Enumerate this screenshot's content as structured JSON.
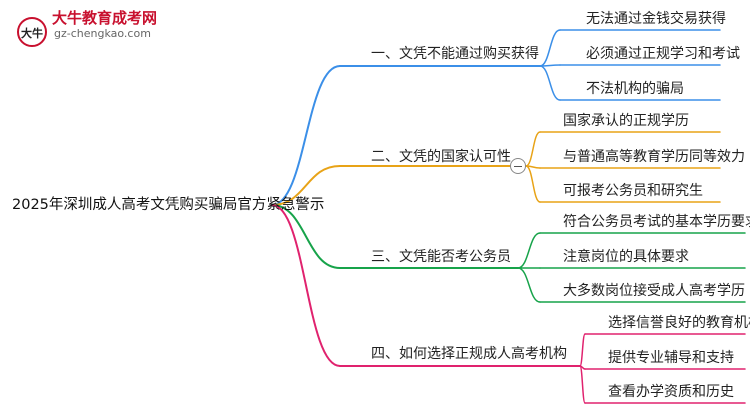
{
  "brand": {
    "name": "大牛教育成考网",
    "url": "gz-chengkao.com",
    "logo_text": "大牛"
  },
  "mindmap": {
    "root": "2025年深圳成人高考文凭购买骗局官方紧急警示",
    "branches": [
      {
        "label": "一、文凭不能通过购买获得",
        "color": "#3b8fe8",
        "children": [
          "无法通过金钱交易获得",
          "必须通过正规学习和考试",
          "不法机构的骗局"
        ]
      },
      {
        "label": "二、文凭的国家认可性",
        "color": "#e8a317",
        "collapsible": true,
        "children": [
          "国家承认的正规学历",
          "与普通高等教育学历同等效力",
          "可报考公务员和研究生"
        ]
      },
      {
        "label": "三、文凭能否考公务员",
        "color": "#17a34a",
        "children": [
          "符合公务员考试的基本学历要求",
          "注意岗位的具体要求",
          "大多数岗位接受成人高考学历"
        ]
      },
      {
        "label": "四、如何选择正规成人高考机构",
        "color": "#e0226e",
        "children": [
          "选择信誉良好的教育机构",
          "提供专业辅导和支持",
          "查看办学资质和历史"
        ]
      }
    ]
  }
}
